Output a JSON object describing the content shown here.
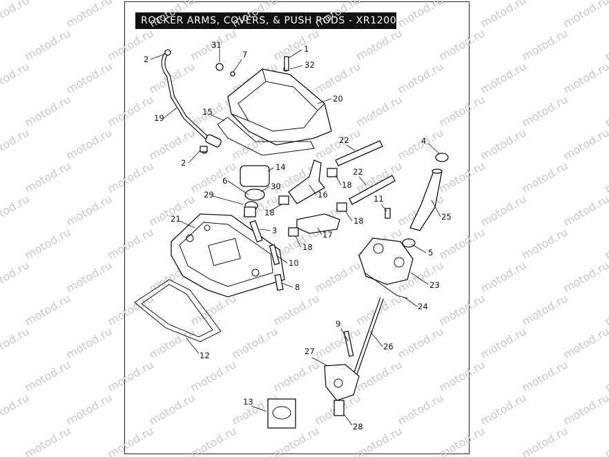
{
  "title": "ROCKER ARMS, COVERS, & PUSH RODS - XR1200",
  "watermark": "motod.ru",
  "callouts": [
    "1",
    "2",
    "2",
    "3",
    "4",
    "5",
    "6",
    "7",
    "8",
    "9",
    "10",
    "11",
    "12",
    "13",
    "14",
    "15",
    "16",
    "17",
    "18",
    "18",
    "18",
    "18",
    "19",
    "20",
    "21",
    "22",
    "22",
    "23",
    "24",
    "25",
    "26",
    "27",
    "28",
    "29",
    "30",
    "31",
    "32"
  ]
}
